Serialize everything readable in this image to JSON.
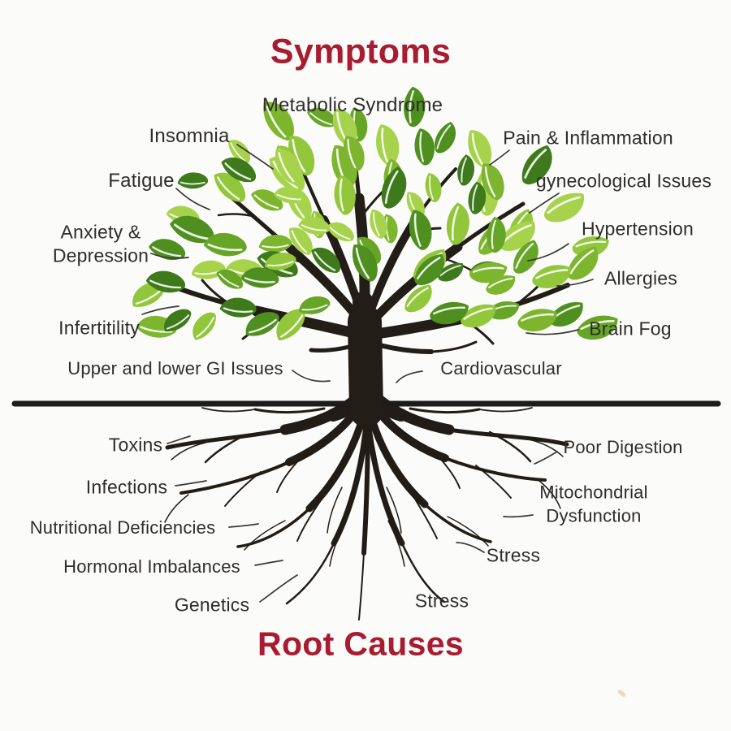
{
  "titles": {
    "symptoms": "Symptoms",
    "root_causes": "Root Causes",
    "accent_color": "#a81b30"
  },
  "tree": {
    "trunk_color": "#221d16",
    "root_color": "#211c16",
    "ground_line_color": "#1d1c1a",
    "connector_color": "#3b3936",
    "leaf_colors": [
      "#3e7a1b",
      "#4f8f1f",
      "#66a526",
      "#7eb52e",
      "#92c73c",
      "#a6d34b"
    ],
    "leaf_vein_color": "#ffffff"
  },
  "symptoms": [
    {
      "label": "Metabolic Syndrome"
    },
    {
      "label": "Insomnia"
    },
    {
      "label": "Fatigue"
    },
    {
      "label": "Anxiety & Depression"
    },
    {
      "label": "Infertitility"
    },
    {
      "label": "Upper and lower GI Issues"
    },
    {
      "label": "Pain & Inflammation"
    },
    {
      "label": "gynecological Issues"
    },
    {
      "label": "Hypertension"
    },
    {
      "label": "Allergies"
    },
    {
      "label": "Brain Fog"
    },
    {
      "label": "Cardiovascular"
    }
  ],
  "root_causes": [
    {
      "label": "Toxins"
    },
    {
      "label": "Infections"
    },
    {
      "label": "Nutritional Deficiencies"
    },
    {
      "label": "Hormonal Imbalances"
    },
    {
      "label": "Genetics"
    },
    {
      "label": "Stress"
    },
    {
      "label": "Stress"
    },
    {
      "label": "Mitochondrial Dysfunction"
    },
    {
      "label": "Poor Digestion"
    }
  ]
}
